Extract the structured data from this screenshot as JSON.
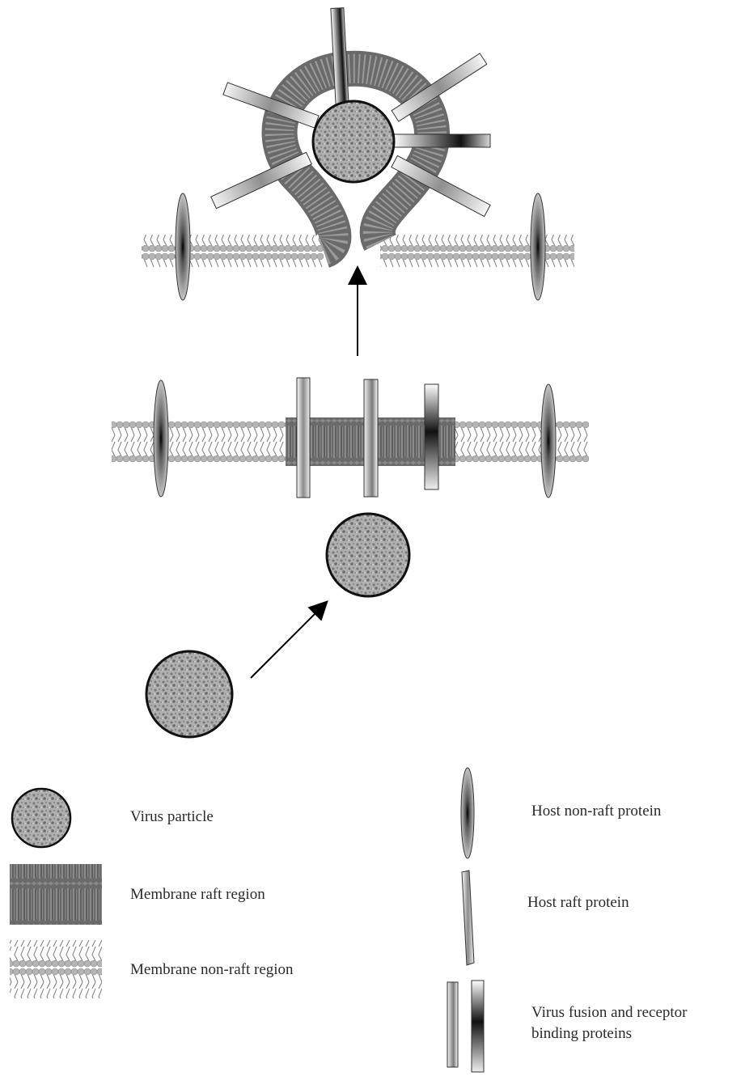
{
  "legend": {
    "virus_particle": "Virus particle",
    "raft_region": "Membrane raft region",
    "non_raft_region": "Membrane non-raft region",
    "host_non_raft_protein": "Host non-raft protein",
    "host_raft_protein": "Host raft protein",
    "virus_fusion_proteins_line1": "Virus fusion and receptor",
    "virus_fusion_proteins_line2": "binding proteins"
  },
  "colors": {
    "lipid_head_light": "#b8b8b8",
    "lipid_head_dark": "#6e6e6e",
    "virus_fill": "#a9a9a9",
    "outline": "#1a1a1a",
    "text": "#2a2a2a"
  }
}
